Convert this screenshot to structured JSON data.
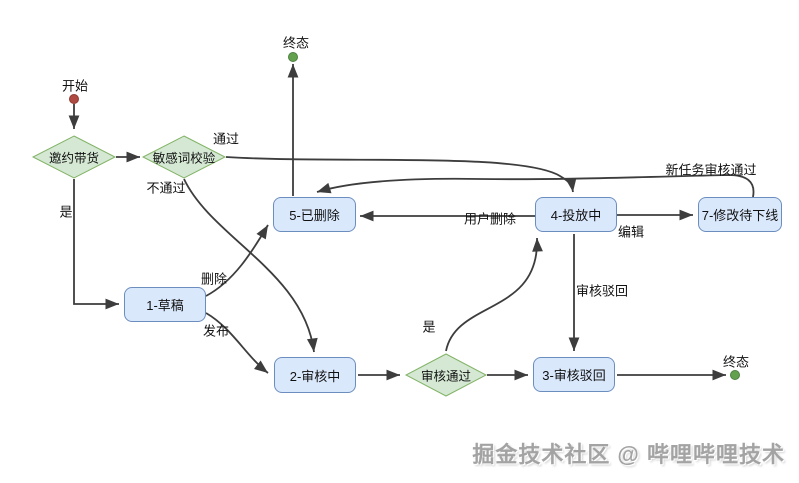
{
  "nodes": {
    "start": "开始",
    "end_top": "终态",
    "end_bottom": "终态",
    "invite": "邀约带货",
    "sensitive": "敏感词校验",
    "review": "审核通过",
    "draft": "1-草稿",
    "reviewing": "2-审核中",
    "rejected": "3-审核驳回",
    "active": "4-投放中",
    "deleted": "5-已删除",
    "modify_offline": "7-修改待下线"
  },
  "edges": {
    "pass": "通过",
    "fail": "不通过",
    "yes_invite": "是",
    "delete": "删除",
    "publish": "发布",
    "user_delete": "用户删除",
    "edit": "编辑",
    "new_task_pass": "新任务审核通过",
    "review_reject": "审核驳回",
    "yes_review": "是"
  },
  "watermark": "掘金技术社区 @ 哔哩哔哩技术",
  "colors": {
    "state_fill": "#dae8fc",
    "state_border": "#6c8ebf",
    "decision_fill": "#d5e8d4",
    "decision_border": "#82b366",
    "start_dot": "#ae4a41",
    "start_dot_border": "#8f3b33",
    "end_dot": "#63a14f",
    "end_dot_border": "#4c8040",
    "edge": "#3d3d3d",
    "text": "#111111",
    "watermark": "#a3a3a3"
  }
}
